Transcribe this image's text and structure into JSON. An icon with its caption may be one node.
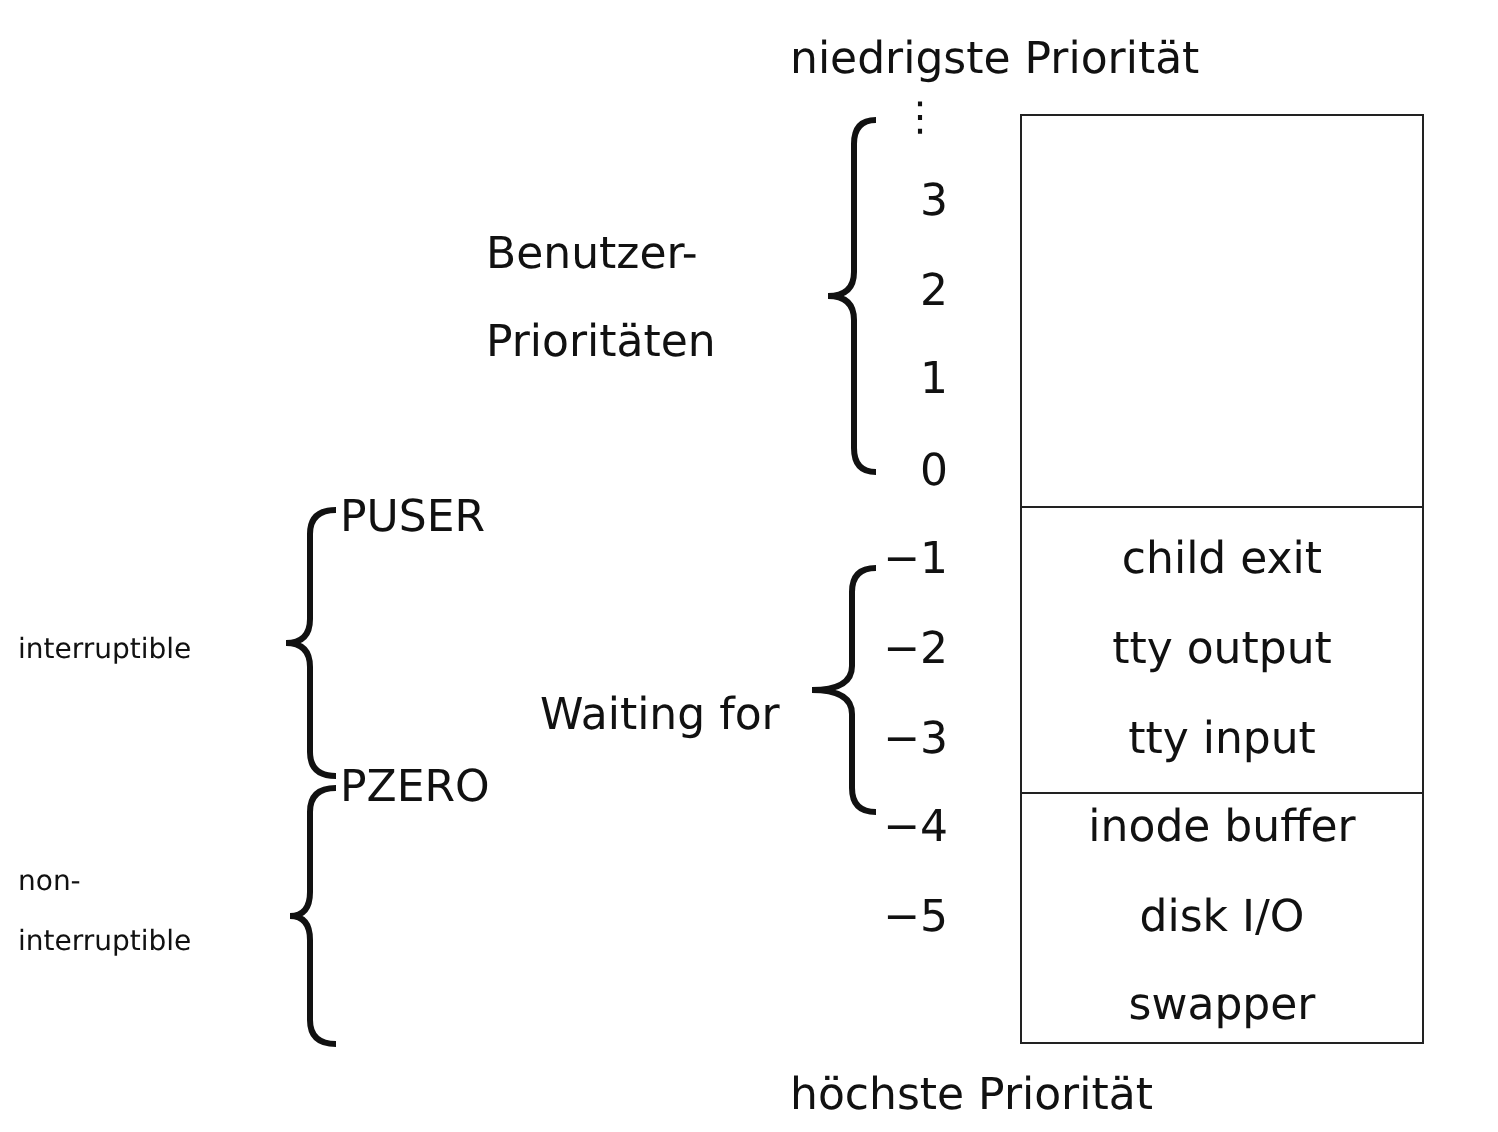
{
  "diagram": {
    "nodes": [
      {
        "text": [],
        "shape": "box"
      },
      {
        "text": [
          "child exit",
          "tty output",
          "tty input"
        ]
      },
      {
        "text": [
          "inode buffer",
          "disk I/O",
          "swapper"
        ]
      }
    ],
    "edges": [],
    "labels": [
      "niedrigste Priorität",
      "⋮",
      "3",
      "Benutzer- Prioritäten",
      "2",
      "1",
      "0",
      "PUSER",
      "−1",
      "interruptible",
      "−2",
      "Waiting for",
      "−3",
      "PZERO",
      "−4",
      "non- interruptible",
      "−5",
      "höchste Priorität"
    ]
  }
}
